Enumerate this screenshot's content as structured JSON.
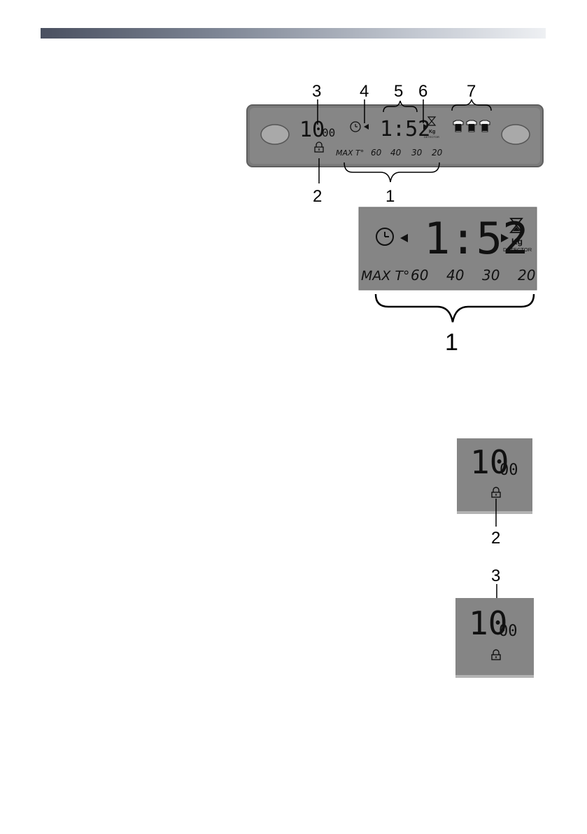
{
  "callouts": {
    "c1": "1",
    "c2": "2",
    "c3": "3",
    "c4": "4",
    "c5": "5",
    "c6": "6",
    "c7": "7"
  },
  "display": {
    "time": "1:52",
    "spin_main": "10",
    "spin_sub": "00",
    "weight_unit": "Kg",
    "detector": "DETECTOR",
    "max_temp": "MAX T°",
    "temps": [
      "60",
      "40",
      "30",
      "20"
    ]
  },
  "icons": {
    "timer": "delay-timer-icon",
    "hourglass": "hourglass-icon",
    "lock": "door-lock-icon",
    "shirt": "shirt-icon"
  },
  "colors": {
    "panel": "#858585",
    "panel_border": "#6e6e6e",
    "button": "#a8a8a8",
    "ink": "#111111"
  }
}
